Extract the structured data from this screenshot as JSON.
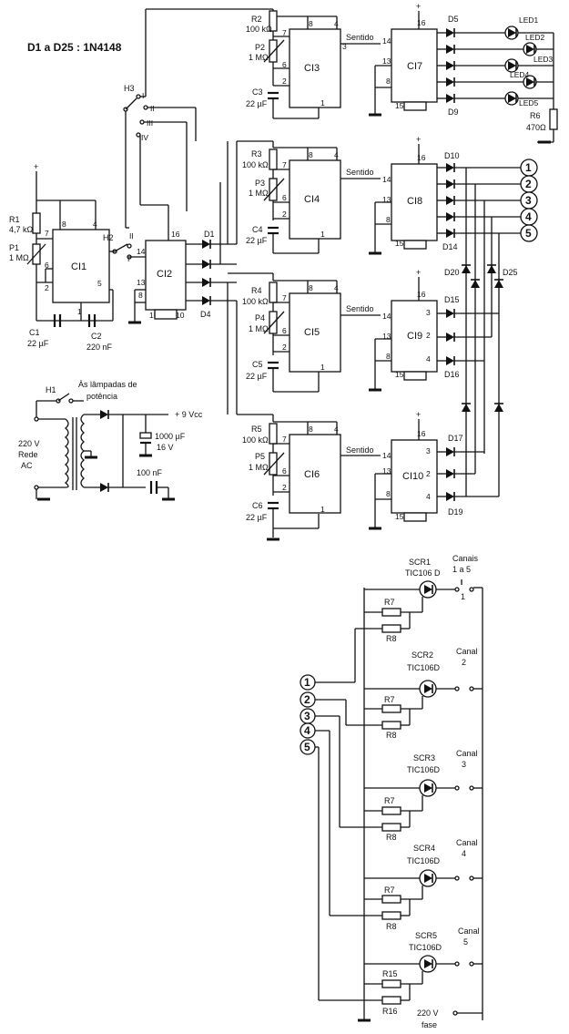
{
  "diode_note": "D1 a D25 : 1N4148",
  "ics": {
    "ci1": "CI1",
    "ci2": "CI2",
    "ci3": "CI3",
    "ci4": "CI4",
    "ci5": "CI5",
    "ci6": "CI6",
    "ci7": "CI7",
    "ci8": "CI8",
    "ci9": "CI9",
    "ci10": "CI10"
  },
  "components": {
    "r1": "R1",
    "r1v": "4,7 kΩ",
    "p1": "P1",
    "p1v": "1 MΩ",
    "c1": "C1",
    "c1v": "22 µF",
    "c2": "C2",
    "c2v": "220 nF",
    "r2": "R2",
    "r3": "R3",
    "r4": "R4",
    "r5": "R5",
    "rv": "100 kΩ",
    "p2": "P2",
    "p3": "P3",
    "p4": "P4",
    "p5": "P5",
    "pv": "1 MΩ",
    "c3": "C3",
    "c4": "C4",
    "c5": "C5",
    "c6": "C6",
    "cv": "22 µF",
    "r6": "R6",
    "r6v": "470Ω",
    "h1": "H1",
    "h2": "H2",
    "h3": "H3"
  },
  "diodes": [
    "D1",
    "D4",
    "D5",
    "D9",
    "D10",
    "D14",
    "D15",
    "D16",
    "D17",
    "D19",
    "D20",
    "D25"
  ],
  "leds": [
    "LED1",
    "LED2",
    "LED3",
    "LED4",
    "LED5"
  ],
  "sentido": "Sentido",
  "switch_positions": [
    "I",
    "II",
    "III",
    "IV"
  ],
  "supply": {
    "lamp_label_1": "Às lâmpadas de",
    "lamp_label_2": "potência",
    "vcc": "+ 9 Vcc",
    "cap_big_1": "1000 µF",
    "cap_big_2": "16 V",
    "cap_small": "100 nF",
    "mains_1": "220 V",
    "mains_2": "Rede",
    "mains_3": "AC"
  },
  "outputs": [
    "1",
    "2",
    "3",
    "4",
    "5"
  ],
  "channels": [
    {
      "scr": "SCR1",
      "part": "TIC106 D",
      "title": "Canais",
      "num": "1 a 5",
      "pin": "1",
      "ra": "R7",
      "rb": "R8"
    },
    {
      "scr": "SCR2",
      "part": "TIC106D",
      "title": "Canal",
      "num": "2",
      "pin": "",
      "ra": "R7",
      "rb": "R8"
    },
    {
      "scr": "SCR3",
      "part": "TIC106D",
      "title": "Canal",
      "num": "3",
      "pin": "",
      "ra": "R7",
      "rb": "R8"
    },
    {
      "scr": "SCR4",
      "part": "TIC106D",
      "title": "Canal",
      "num": "4",
      "pin": "",
      "ra": "R7",
      "rb": "R8"
    },
    {
      "scr": "SCR5",
      "part": "TIC106D",
      "title": "Canal",
      "num": "5",
      "pin": "",
      "ra": "R15",
      "rb": "R16"
    }
  ],
  "phase_1": "220 V",
  "phase_2": "fase"
}
